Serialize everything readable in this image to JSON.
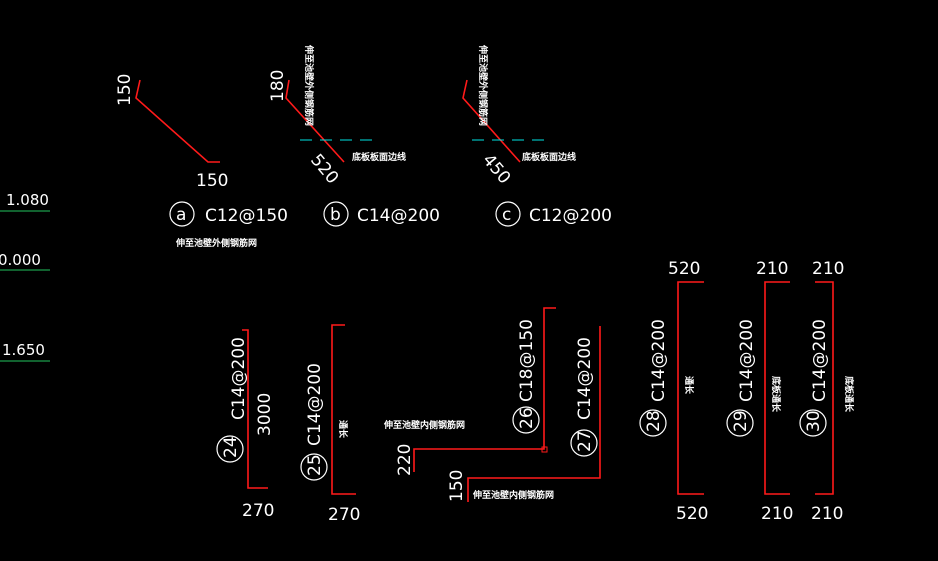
{
  "levels": [
    "1.080",
    "0.000",
    "1.650"
  ],
  "details": {
    "a": {
      "mark": "a",
      "spec": "C12@150",
      "dim1": "150",
      "dim2": "150",
      "note": "伸至池壁外侧钢筋网"
    },
    "b": {
      "mark": "b",
      "spec": "C14@200",
      "dim1": "180",
      "dim2": "520",
      "vnote": "伸至池壁外侧钢筋网",
      "line_note": "底板板面边线"
    },
    "c": {
      "mark": "c",
      "spec": "C12@200",
      "dim1": "450",
      "vnote": "伸至池壁外侧钢筋网",
      "line_note": "底板板面边线"
    }
  },
  "bars": {
    "b24": {
      "mark": "24",
      "spec": "C14@200",
      "dim_len": "3000",
      "dim_bottom": "270"
    },
    "b25": {
      "mark": "25",
      "spec": "C14@200",
      "dim_bottom": "270",
      "note": "通长"
    },
    "b26": {
      "mark": "26",
      "spec": "C18@150",
      "dim_left": "220",
      "note": "伸至池壁内侧钢筋网"
    },
    "b27": {
      "mark": "27",
      "spec": "C14@200",
      "dim_left": "150",
      "note": "伸至池壁内侧钢筋网"
    },
    "b28": {
      "mark": "28",
      "spec": "C14@200",
      "dim_top": "520",
      "dim_bottom": "520",
      "note": "通长"
    },
    "b29": {
      "mark": "29",
      "spec": "C14@200",
      "dim_top": "210",
      "dim_bottom": "210",
      "note": "底板通长"
    },
    "b30": {
      "mark": "30",
      "spec": "C14@200",
      "dim_top": "210",
      "dim_bottom": "210",
      "note": "底板通长"
    }
  }
}
